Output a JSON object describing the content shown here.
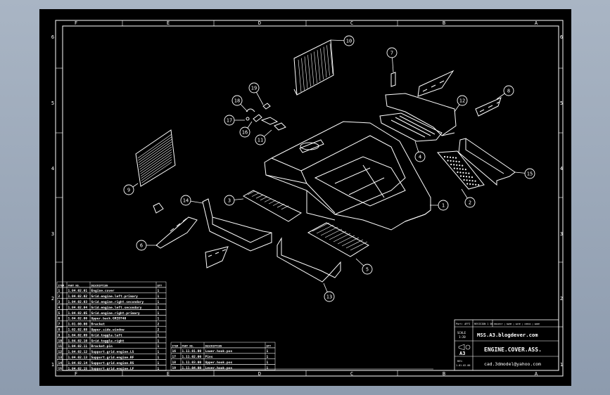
{
  "drawing": {
    "zones_cols": [
      "F",
      "E",
      "D",
      "C",
      "B",
      "A"
    ],
    "zones_rows": [
      "6",
      "5",
      "4",
      "3",
      "2",
      "1"
    ],
    "balloons": [
      "1",
      "2",
      "3",
      "4",
      "5",
      "6",
      "7",
      "8",
      "9",
      "10",
      "11",
      "12",
      "13",
      "14",
      "15",
      "16",
      "17",
      "18",
      "19"
    ]
  },
  "bom_left": {
    "headers": [
      "ITEM",
      "PART NO.",
      "DESCRIPTION",
      "QTY"
    ],
    "rows": [
      [
        "1",
        "1.04.02.01",
        "Engine.cover",
        "1"
      ],
      [
        "2",
        "1.04.02.02",
        "Grid.engine.left.primary",
        "1"
      ],
      [
        "3",
        "1.04.02.03",
        "Grid.engine.right.secondary",
        "1"
      ],
      [
        "4",
        "1.04.02.04",
        "Grid.engine.left.secondary",
        "1"
      ],
      [
        "5",
        "1.04.02.05",
        "Grid.engine.right.primary",
        "1"
      ],
      [
        "6",
        "1.04.02.06",
        "Upper.back.GRID740",
        "1"
      ],
      [
        "7",
        "1.01.00.00",
        "Bracket",
        "2"
      ],
      [
        "8",
        "1.02.02.08",
        "Upper.side.window",
        "2"
      ],
      [
        "9",
        "1.04.02.09",
        "Grid.toggle.left",
        "1"
      ],
      [
        "10",
        "1.04.02.10",
        "Grid.toggle.right",
        "1"
      ],
      [
        "11",
        "1.04.02.11",
        "Bracket.pin",
        "1"
      ],
      [
        "12",
        "1.04.02.12",
        "Support.grid.engine.LS",
        "1"
      ],
      [
        "13",
        "1.04.02.13",
        "Support.grid.engine.RF",
        "1"
      ],
      [
        "14",
        "1.04.02.14",
        "Support.grid.engine.RS",
        "1"
      ],
      [
        "15",
        "1.04.02.15",
        "Support.grid.engine.LF",
        "1"
      ]
    ]
  },
  "bom_mid": {
    "headers": [
      "ITEM",
      "PART NO.",
      "DESCRIPTION",
      "QTY"
    ],
    "rows": [
      [
        "16",
        "1.11.01.00",
        "Lower.hook.pos",
        "1"
      ],
      [
        "17",
        "1.11.02.00",
        "Pins",
        "1"
      ],
      [
        "18",
        "1.11.03.00",
        "Upper.hook.pos",
        "1"
      ],
      [
        "19",
        "1.11.04.00",
        "Lever.hook.pos",
        "1"
      ]
    ]
  },
  "title_block": {
    "top_cells": [
      "Part: AFFI",
      "REVISION 1 00",
      "PROJECT | NAME | DATE | CHECK | NAME"
    ],
    "scale_label": "SCALE",
    "scale_value": "1:20",
    "website": "MSS.A3.blogdever.com",
    "title": "ENGINE.COVER.ASS.",
    "size": "A3",
    "rev_label": "REV.",
    "rev_value": "1.01.02.00",
    "email": "cad.3dmodel@yahoo.com"
  }
}
